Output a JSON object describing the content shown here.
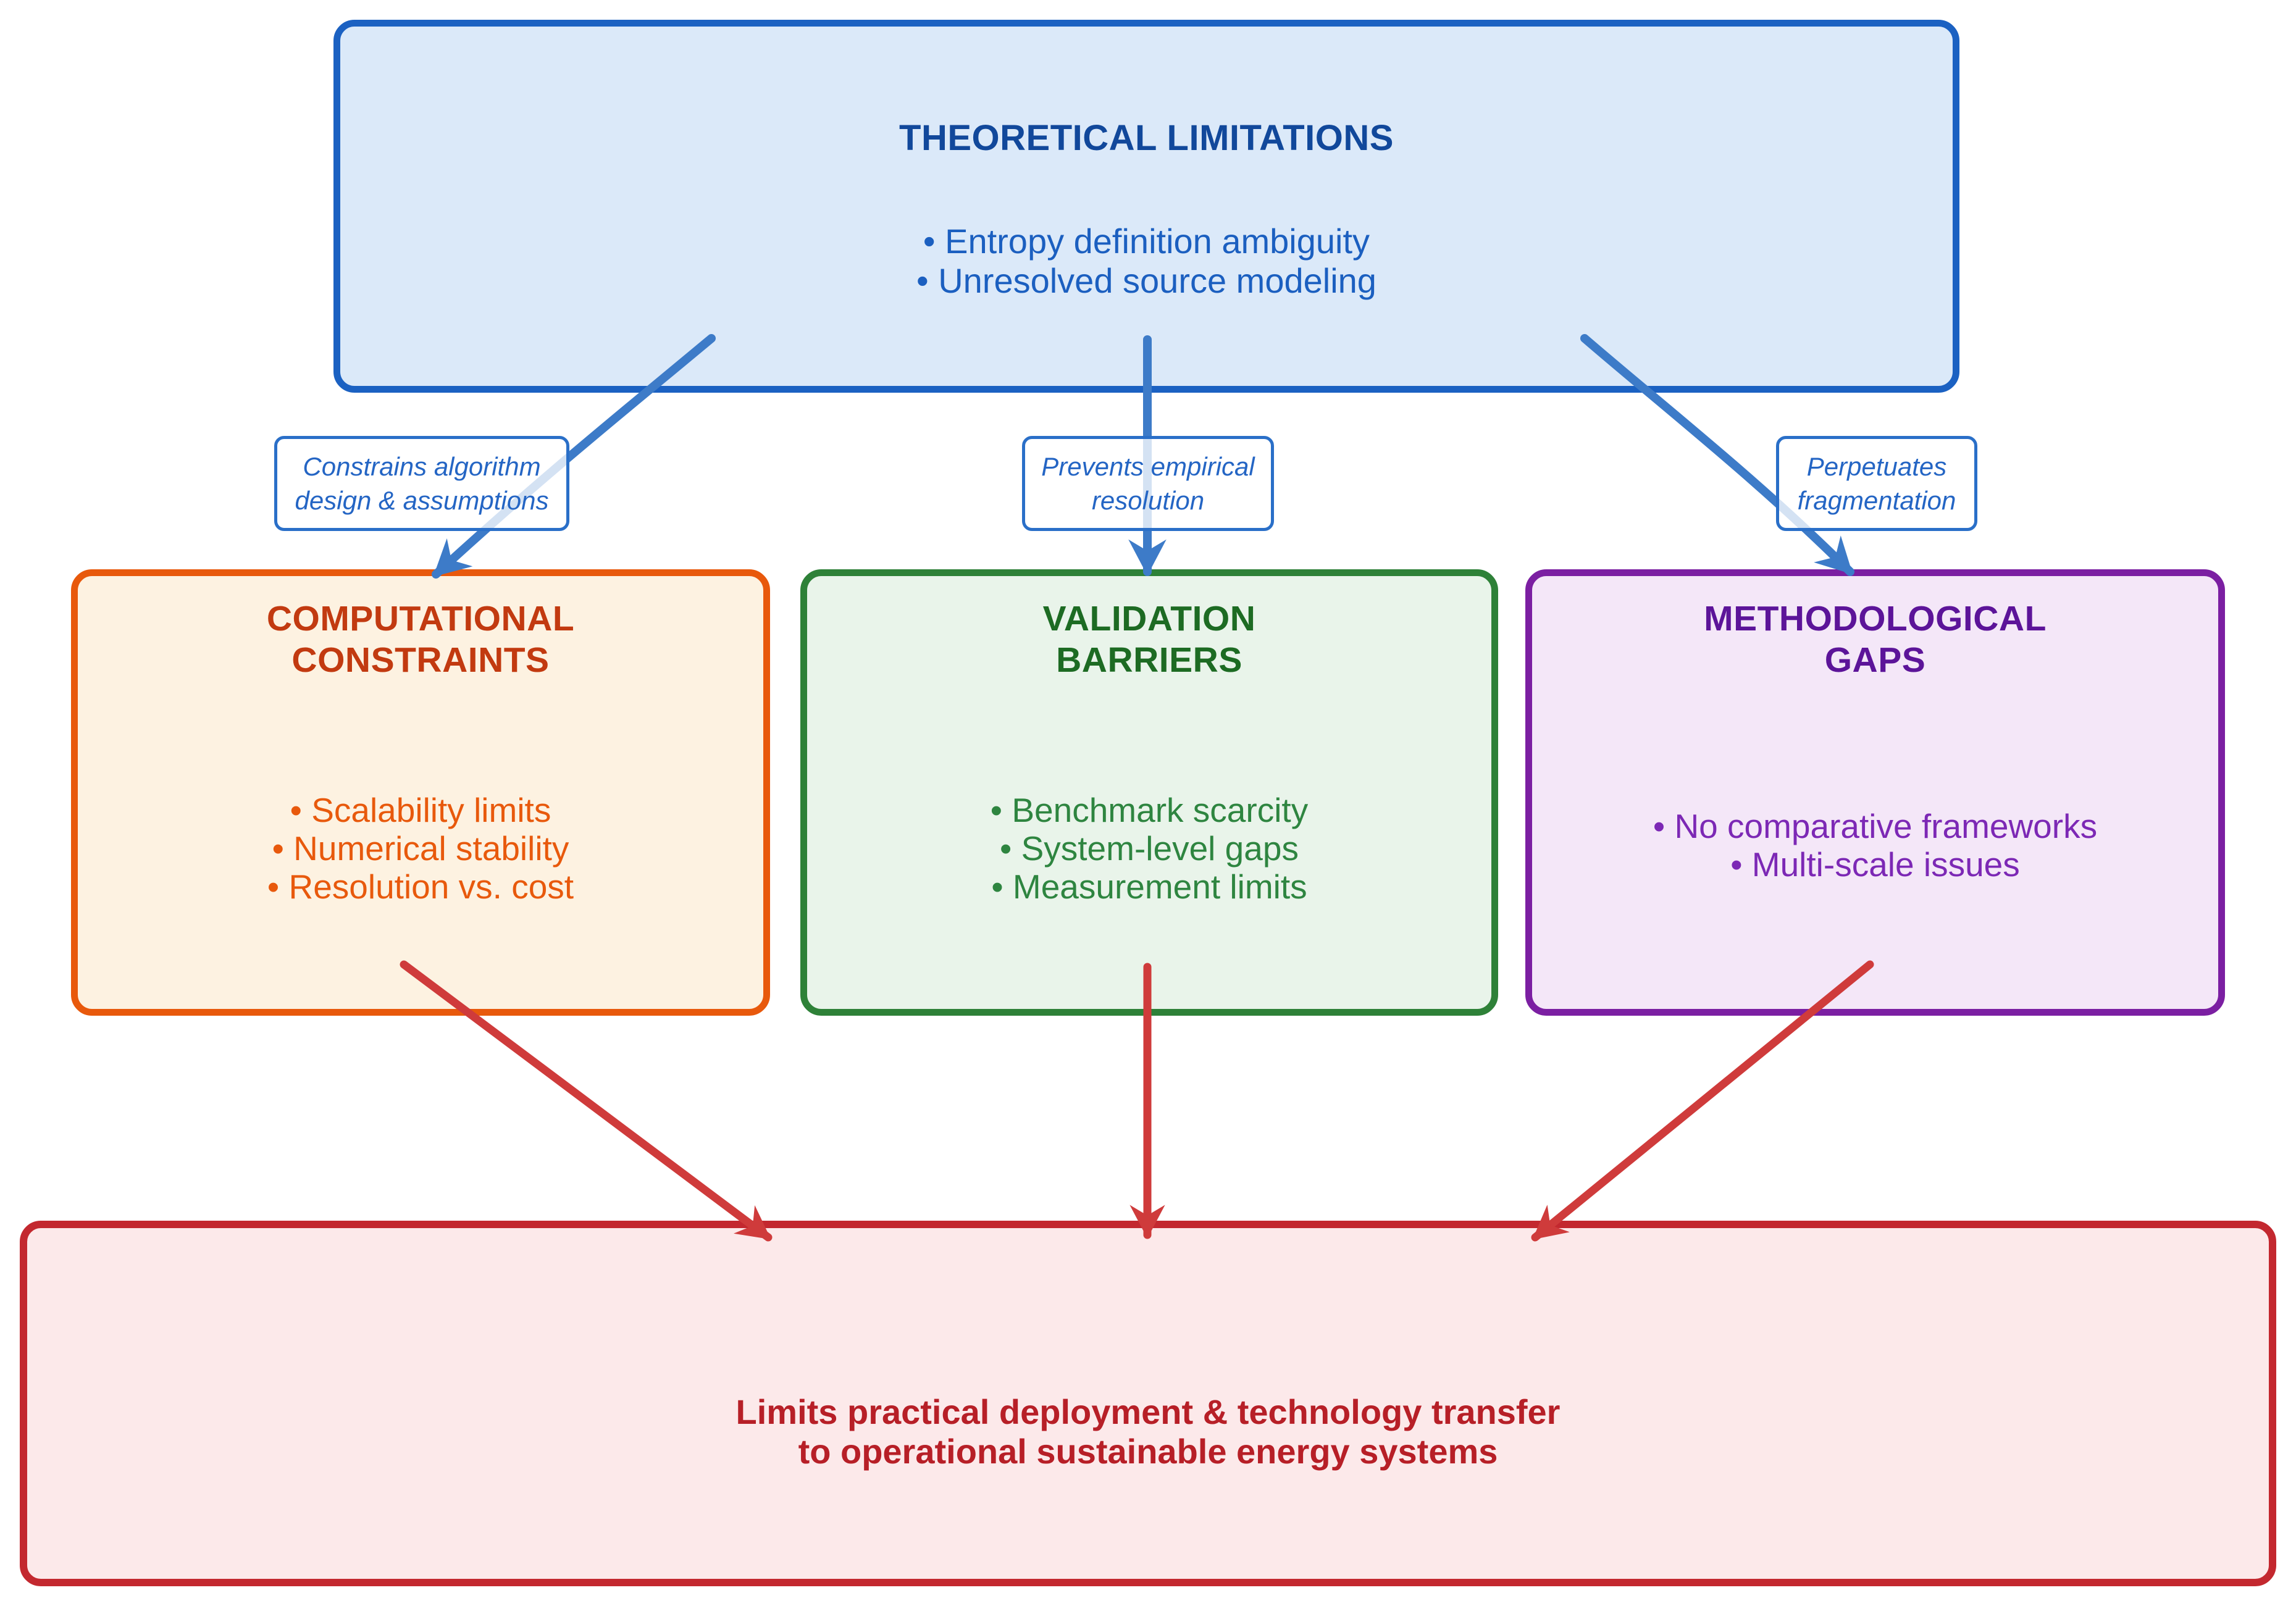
{
  "colors": {
    "blue_border": "#1b61c2",
    "blue_fill": "#dbe9f9",
    "blue_title": "#11489b",
    "blue_arrow": "#3d7bc8",
    "orange_border": "#e8590c",
    "orange_fill": "#fdf2e1",
    "orange_title": "#c23a10",
    "green_border": "#2e8138",
    "green_fill": "#e9f4ea",
    "green_title": "#1d6b23",
    "purple_border": "#7b1fa2",
    "purple_fill": "#f4e7f8",
    "purple_title": "#5c1499",
    "red_border": "#c3282f",
    "red_fill": "#fce9ea",
    "red_text": "#b71f27",
    "red_arrow": "#cf3b3b"
  },
  "top_box": {
    "title": "THEORETICAL LIMITATIONS",
    "bullets": [
      "Entropy definition ambiguity",
      "Unresolved source modeling"
    ]
  },
  "edge_labels": [
    {
      "lines": [
        "Constrains algorithm",
        "design & assumptions"
      ]
    },
    {
      "lines": [
        "Prevents empirical",
        "resolution"
      ]
    },
    {
      "lines": [
        "Perpetuates",
        "fragmentation"
      ]
    }
  ],
  "category_boxes": [
    {
      "id": "computational-constraints",
      "title_lines": [
        "COMPUTATIONAL",
        "CONSTRAINTS"
      ],
      "bullets": [
        "Scalability limits",
        "Numerical stability",
        "Resolution vs. cost"
      ]
    },
    {
      "id": "validation-barriers",
      "title_lines": [
        "VALIDATION",
        "BARRIERS"
      ],
      "bullets": [
        "Benchmark scarcity",
        "System-level gaps",
        "Measurement limits"
      ]
    },
    {
      "id": "methodological-gaps",
      "title_lines": [
        "METHODOLOGICAL",
        "GAPS"
      ],
      "bullets": [
        "No comparative frameworks",
        "Multi-scale issues"
      ]
    }
  ],
  "outcome_box": {
    "lines": [
      "Limits practical deployment & technology transfer",
      "to operational sustainable energy systems"
    ]
  }
}
